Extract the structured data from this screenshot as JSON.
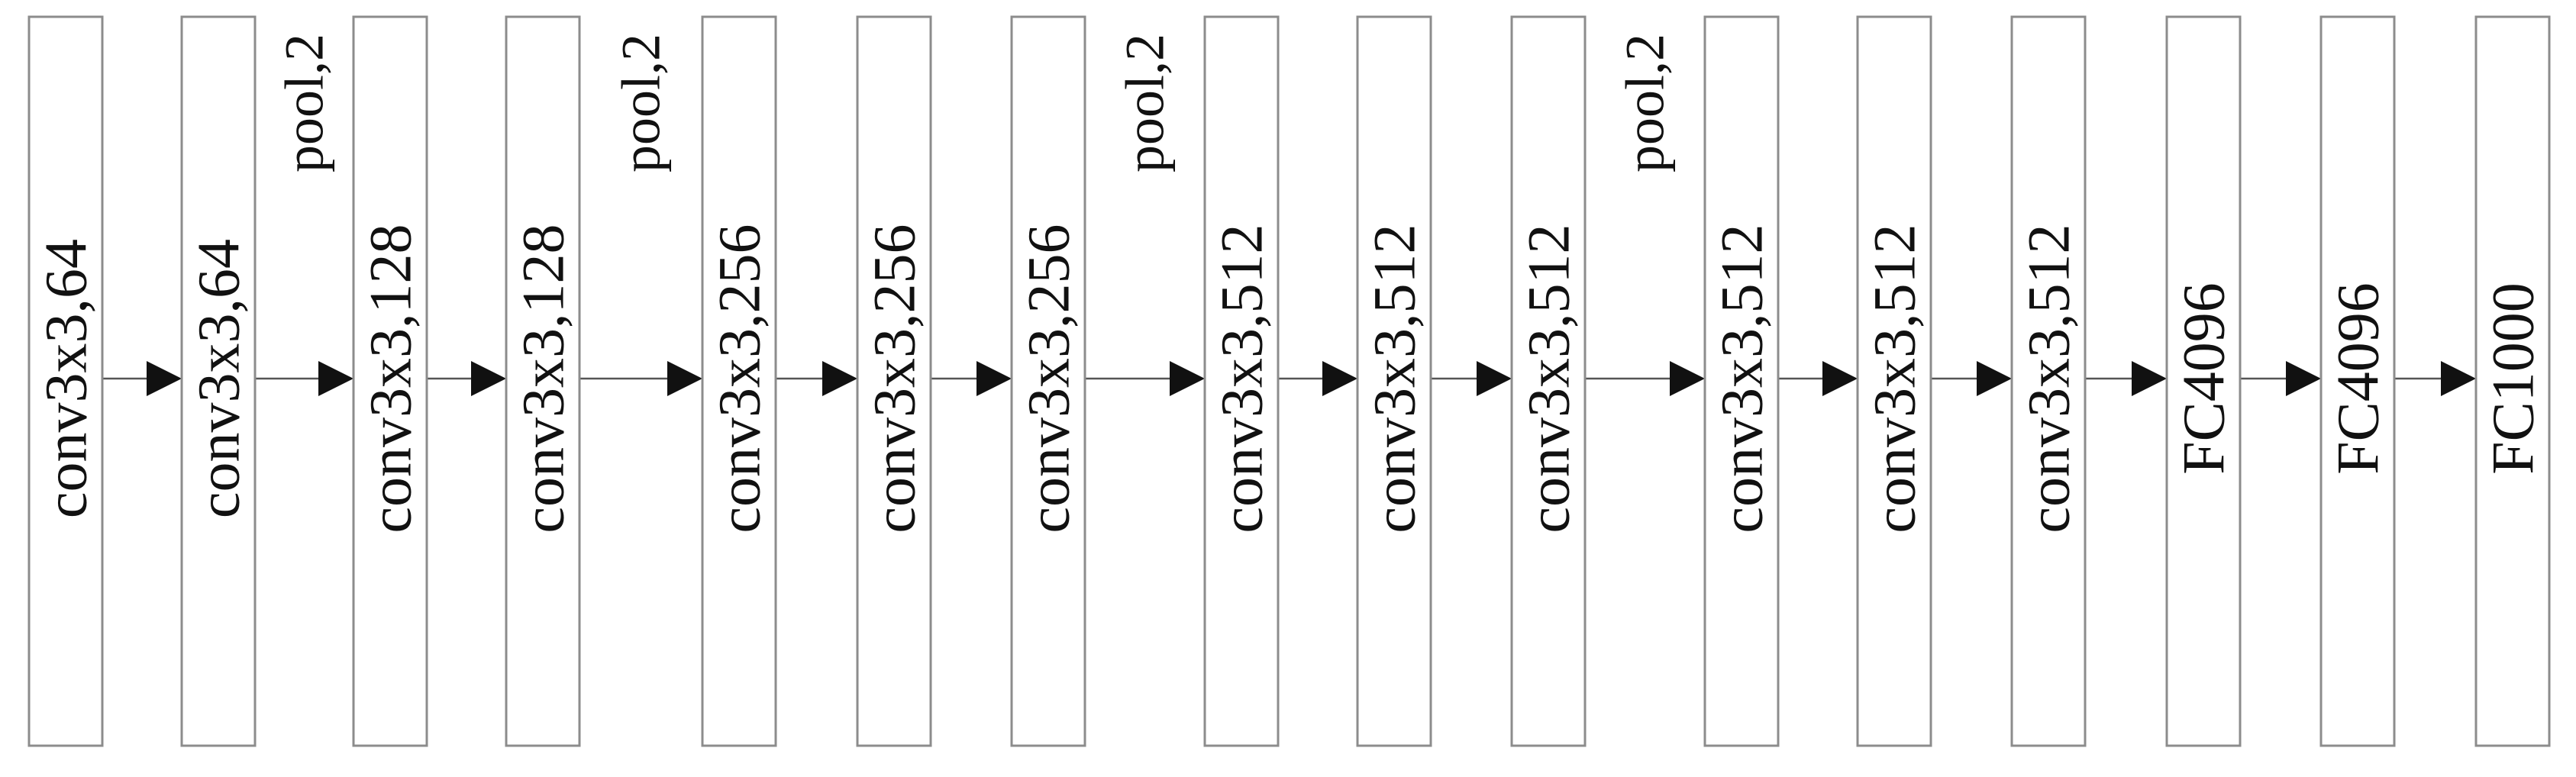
{
  "diagram": {
    "layers": [
      {
        "label": "conv3x3,64"
      },
      {
        "label": "conv3x3,64"
      },
      {
        "label": "conv3x3,128"
      },
      {
        "label": "conv3x3,128"
      },
      {
        "label": "conv3x3,256"
      },
      {
        "label": "conv3x3,256"
      },
      {
        "label": "conv3x3,256"
      },
      {
        "label": "conv3x3,512"
      },
      {
        "label": "conv3x3,512"
      },
      {
        "label": "conv3x3,512"
      },
      {
        "label": "conv3x3,512"
      },
      {
        "label": "conv3x3,512"
      },
      {
        "label": "conv3x3,512"
      },
      {
        "label": "FC4096"
      },
      {
        "label": "FC4096"
      },
      {
        "label": "FC1000"
      }
    ],
    "connections": [
      {
        "from": 0,
        "to": 1,
        "label": ""
      },
      {
        "from": 1,
        "to": 2,
        "label": "pool,2"
      },
      {
        "from": 2,
        "to": 3,
        "label": ""
      },
      {
        "from": 3,
        "to": 4,
        "label": "pool,2"
      },
      {
        "from": 4,
        "to": 5,
        "label": ""
      },
      {
        "from": 5,
        "to": 6,
        "label": ""
      },
      {
        "from": 6,
        "to": 7,
        "label": "pool,2"
      },
      {
        "from": 7,
        "to": 8,
        "label": ""
      },
      {
        "from": 8,
        "to": 9,
        "label": ""
      },
      {
        "from": 9,
        "to": 10,
        "label": "pool,2"
      },
      {
        "from": 10,
        "to": 11,
        "label": ""
      },
      {
        "from": 11,
        "to": 12,
        "label": ""
      },
      {
        "from": 12,
        "to": 13,
        "label": ""
      },
      {
        "from": 13,
        "to": 14,
        "label": ""
      },
      {
        "from": 14,
        "to": 15,
        "label": ""
      }
    ]
  }
}
